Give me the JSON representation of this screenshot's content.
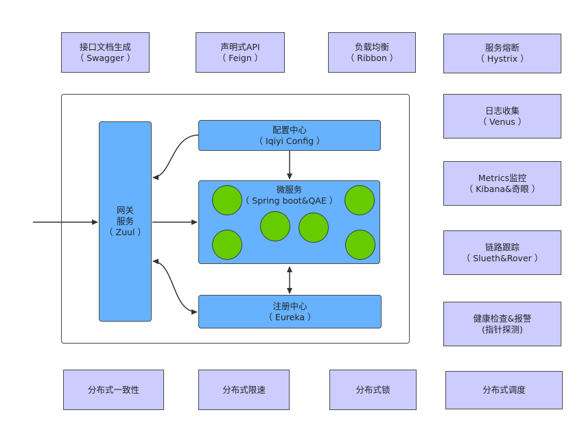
{
  "top_row": [
    {
      "line1": "接口文档生成",
      "line2": "（ Swagger ）"
    },
    {
      "line1": "声明式API",
      "line2": "（ Feign ）"
    },
    {
      "line1": "负载均衡",
      "line2": "（ Ribbon ）"
    },
    {
      "line1": "服务熔断",
      "line2": "（ Hystrix ）"
    }
  ],
  "right_column": [
    {
      "line1": "日志收集",
      "line2": "（ Venus ）"
    },
    {
      "line1": "Metrics监控",
      "line2": "（ Kibana&奇眼 ）"
    },
    {
      "line1": "链路跟踪",
      "line2": "（ Slueth&Rover ）"
    },
    {
      "line1": "健康检查&报警",
      "line2": "(指针探测)"
    }
  ],
  "bottom_row": [
    {
      "label": "分布式一致性"
    },
    {
      "label": "分布式限速"
    },
    {
      "label": "分布式锁"
    },
    {
      "label": "分布式调度"
    }
  ],
  "gateway": {
    "line1": "网关",
    "line2": "服务",
    "line3": "（ Zuul ）"
  },
  "config_center": {
    "line1": "配置中心",
    "line2": "（ Iqiyi Config ）"
  },
  "microservice": {
    "line1": "微服务",
    "line2": "（ Spring boot&QAE ）"
  },
  "registry": {
    "line1": "注册中心",
    "line2": "（ Eureka ）"
  },
  "colors": {
    "purple_box": "#ccccff",
    "blue_box": "#66b2ff",
    "instance_circle": "#66cc00"
  }
}
